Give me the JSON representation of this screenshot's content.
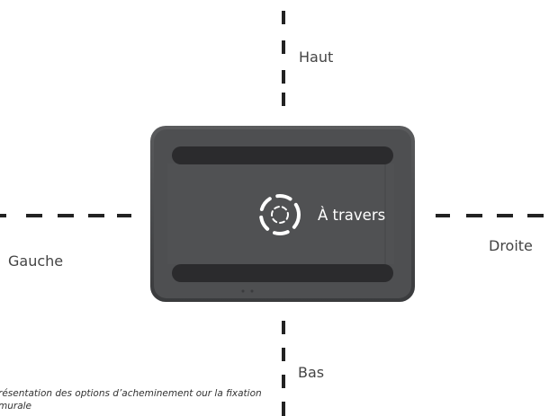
{
  "directions": {
    "top": "Haut",
    "left": "Gauche",
    "right": "Droite",
    "bottom": "Bas",
    "through": "À travers"
  },
  "caption": "résentation des options d’acheminement our la fixation murale",
  "colors": {
    "device_body": "#4e4f51",
    "device_rim": "#3d3e40",
    "rail": "#2b2b2d",
    "dash": "#222222",
    "through_icon": "#ffffff",
    "label_text": "#444444"
  },
  "icons": {
    "through": "dashed-circle-icon"
  }
}
